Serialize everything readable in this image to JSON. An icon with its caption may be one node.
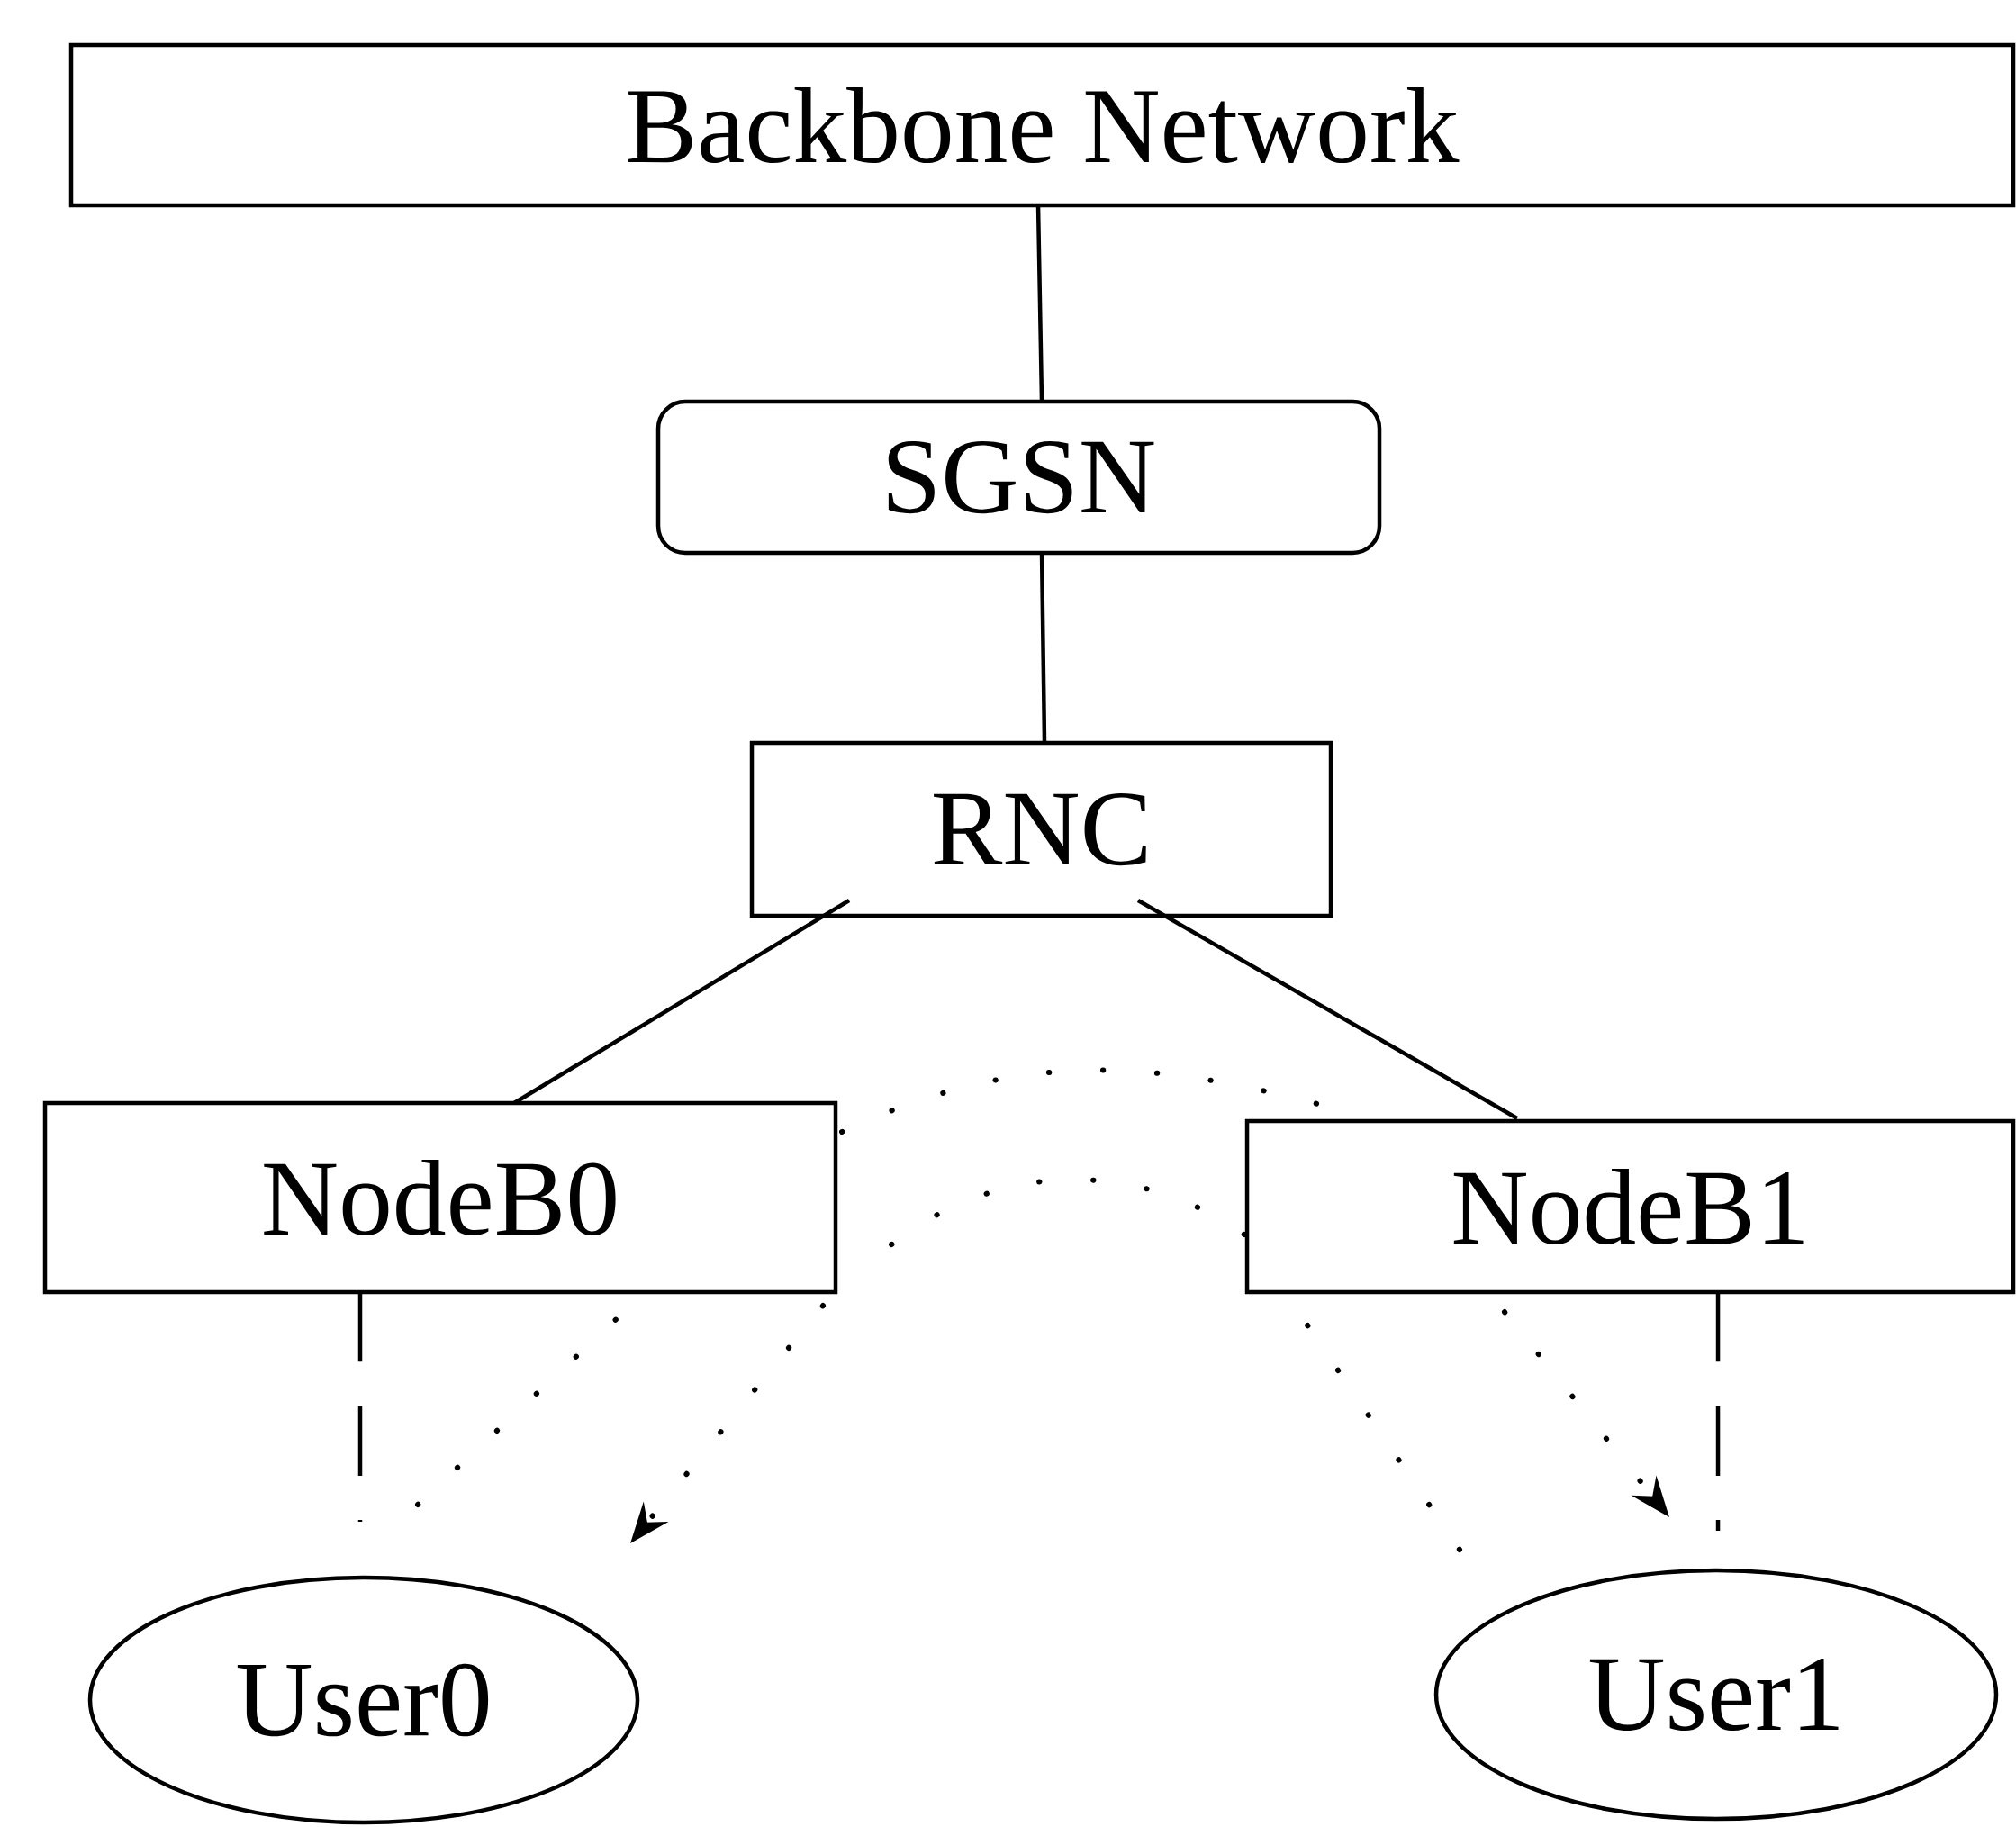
{
  "diagram": {
    "nodes": [
      {
        "text": [
          "Backbone Network"
        ]
      },
      {
        "text": [
          "SGSN"
        ]
      },
      {
        "text": [
          "RNC"
        ]
      },
      {
        "text": [
          "NodeB0"
        ]
      },
      {
        "text": [
          "NodeB1"
        ]
      },
      {
        "text": [
          "User0"
        ]
      },
      {
        "text": [
          "User1"
        ]
      }
    ],
    "edges": [
      {
        "from": 0,
        "to": 1,
        "arrow": "none"
      },
      {
        "from": 1,
        "to": 2,
        "arrow": "none"
      },
      {
        "from": 2,
        "to": 3,
        "arrow": "none"
      },
      {
        "from": 2,
        "to": 4,
        "arrow": "none"
      },
      {
        "from": 3,
        "to": 5,
        "arrow": "none",
        "style": "dashed"
      },
      {
        "from": 4,
        "to": 6,
        "arrow": "none",
        "style": "dashed"
      },
      {
        "from": 5,
        "to": 3,
        "arrow": "none",
        "style": "dashed"
      },
      {
        "from": 3,
        "to": 4,
        "arrow": "none",
        "style": "dashed"
      },
      {
        "from": 4,
        "to": 6,
        "arrow": "to",
        "style": "dashed"
      },
      {
        "from": 6,
        "to": 4,
        "arrow": "none",
        "style": "dashed"
      },
      {
        "from": 4,
        "to": 3,
        "arrow": "none",
        "style": "dashed"
      },
      {
        "from": 3,
        "to": 5,
        "arrow": "to",
        "style": "dashed"
      }
    ]
  }
}
